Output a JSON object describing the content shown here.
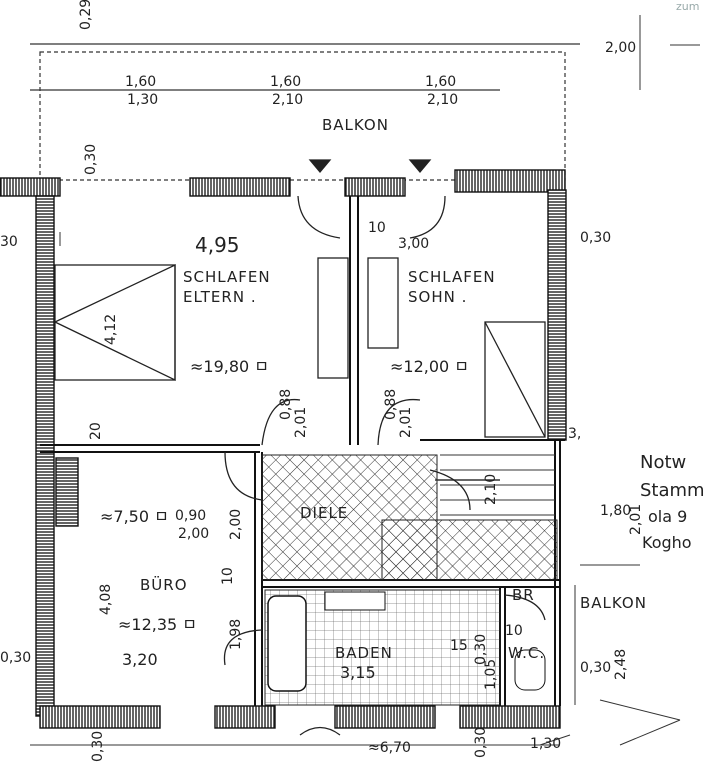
{
  "labels": {
    "balkon_top": "BALKON",
    "schlafen_eltern_1": "SCHLAFEN",
    "schlafen_eltern_2": "ELTERN .",
    "schlafen_sohn_1": "SCHLAFEN",
    "schlafen_sohn_2": "SOHN .",
    "diele": "DIELE",
    "buero": "BÜRO",
    "baden": "BADEN",
    "wc": "W.C.",
    "br": "BR",
    "balkon_right": "BALKON",
    "corner": "zum"
  },
  "areas": {
    "eltern": "≈19,80 ㅁ",
    "sohn": "≈12,00 ㅁ",
    "diele": "≈7,50 ㅁ",
    "buero": "≈12,35 ㅁ",
    "baden": "3,15"
  },
  "dims": {
    "top_0_29": "0,29",
    "top_2_00": "2,00",
    "d160_a": "1,60",
    "d130": "1,30",
    "d160_b": "1,60",
    "d210_a": "2,10",
    "d160_c": "1,60",
    "d210_b": "2,10",
    "d0_30_left": "0,30",
    "d4_95": "4,95",
    "d4_12": "4,12",
    "d30_left": "30",
    "d10": "10",
    "d3_00": "3,00",
    "d0_30_right": "0,30",
    "d0_88_a": "0,88",
    "d2_01_a": "2,01",
    "d0_88_b": "0,88",
    "d2_01_b": "2,01",
    "d20": "20",
    "d0_90": "0,90",
    "d2_00_a": "2,00",
    "d2_00_b": "2,00",
    "d2_10": "2,10",
    "d1_80": "1,80",
    "d2_01_c": "2,01",
    "d4_08": "4,08",
    "d3_20": "3,20",
    "d10_b": "10",
    "d1_98": "1,98",
    "d15": "15",
    "d0_30_mid": "0,30",
    "d1_05": "1,05",
    "d0_30_wc": "0,30",
    "d2_48": "2,48",
    "d0_30_bl": "0,30",
    "d6_70": "≈6,70",
    "d0_30_bot": "0,30",
    "d1_30_bot": "1,30",
    "d0_30_b2": "0,30",
    "d10_c": "10",
    "d3_r": "3,"
  },
  "faded_text": [
    "Notw",
    "Stamm",
    "ola 9",
    "Kogho"
  ]
}
